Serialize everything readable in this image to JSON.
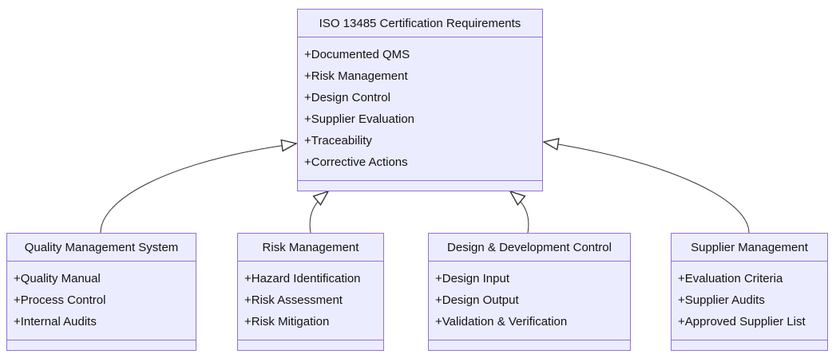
{
  "diagram_type": "uml-class-diagram",
  "colors": {
    "node_fill": "#ECECFF",
    "node_border": "#9370DB",
    "edge_line": "#333333",
    "text": "#131313",
    "background": "#FFFFFF"
  },
  "classes": [
    {
      "name": "ISO 13485 Certification Requirements",
      "attributes": [
        "+Documented QMS",
        "+Risk Management",
        "+Design Control",
        "+Supplier Evaluation",
        "+Traceability",
        "+Corrective Actions"
      ]
    },
    {
      "name": "Quality Management System",
      "attributes": [
        "+Quality Manual",
        "+Process Control",
        "+Internal Audits"
      ]
    },
    {
      "name": "Risk Management",
      "attributes": [
        "+Hazard Identification",
        "+Risk Assessment",
        "+Risk Mitigation"
      ]
    },
    {
      "name": "Design & Development Control",
      "attributes": [
        "+Design Input",
        "+Design Output",
        "+Validation & Verification"
      ]
    },
    {
      "name": "Supplier Management",
      "attributes": [
        "+Evaluation Criteria",
        "+Supplier Audits",
        "+Approved Supplier List"
      ]
    }
  ],
  "relationships": [
    {
      "from": "Quality Management System",
      "to": "ISO 13485 Certification Requirements",
      "type": "inheritance"
    },
    {
      "from": "Risk Management",
      "to": "ISO 13485 Certification Requirements",
      "type": "inheritance"
    },
    {
      "from": "Design & Development Control",
      "to": "ISO 13485 Certification Requirements",
      "type": "inheritance"
    },
    {
      "from": "Supplier Management",
      "to": "ISO 13485 Certification Requirements",
      "type": "inheritance"
    }
  ]
}
